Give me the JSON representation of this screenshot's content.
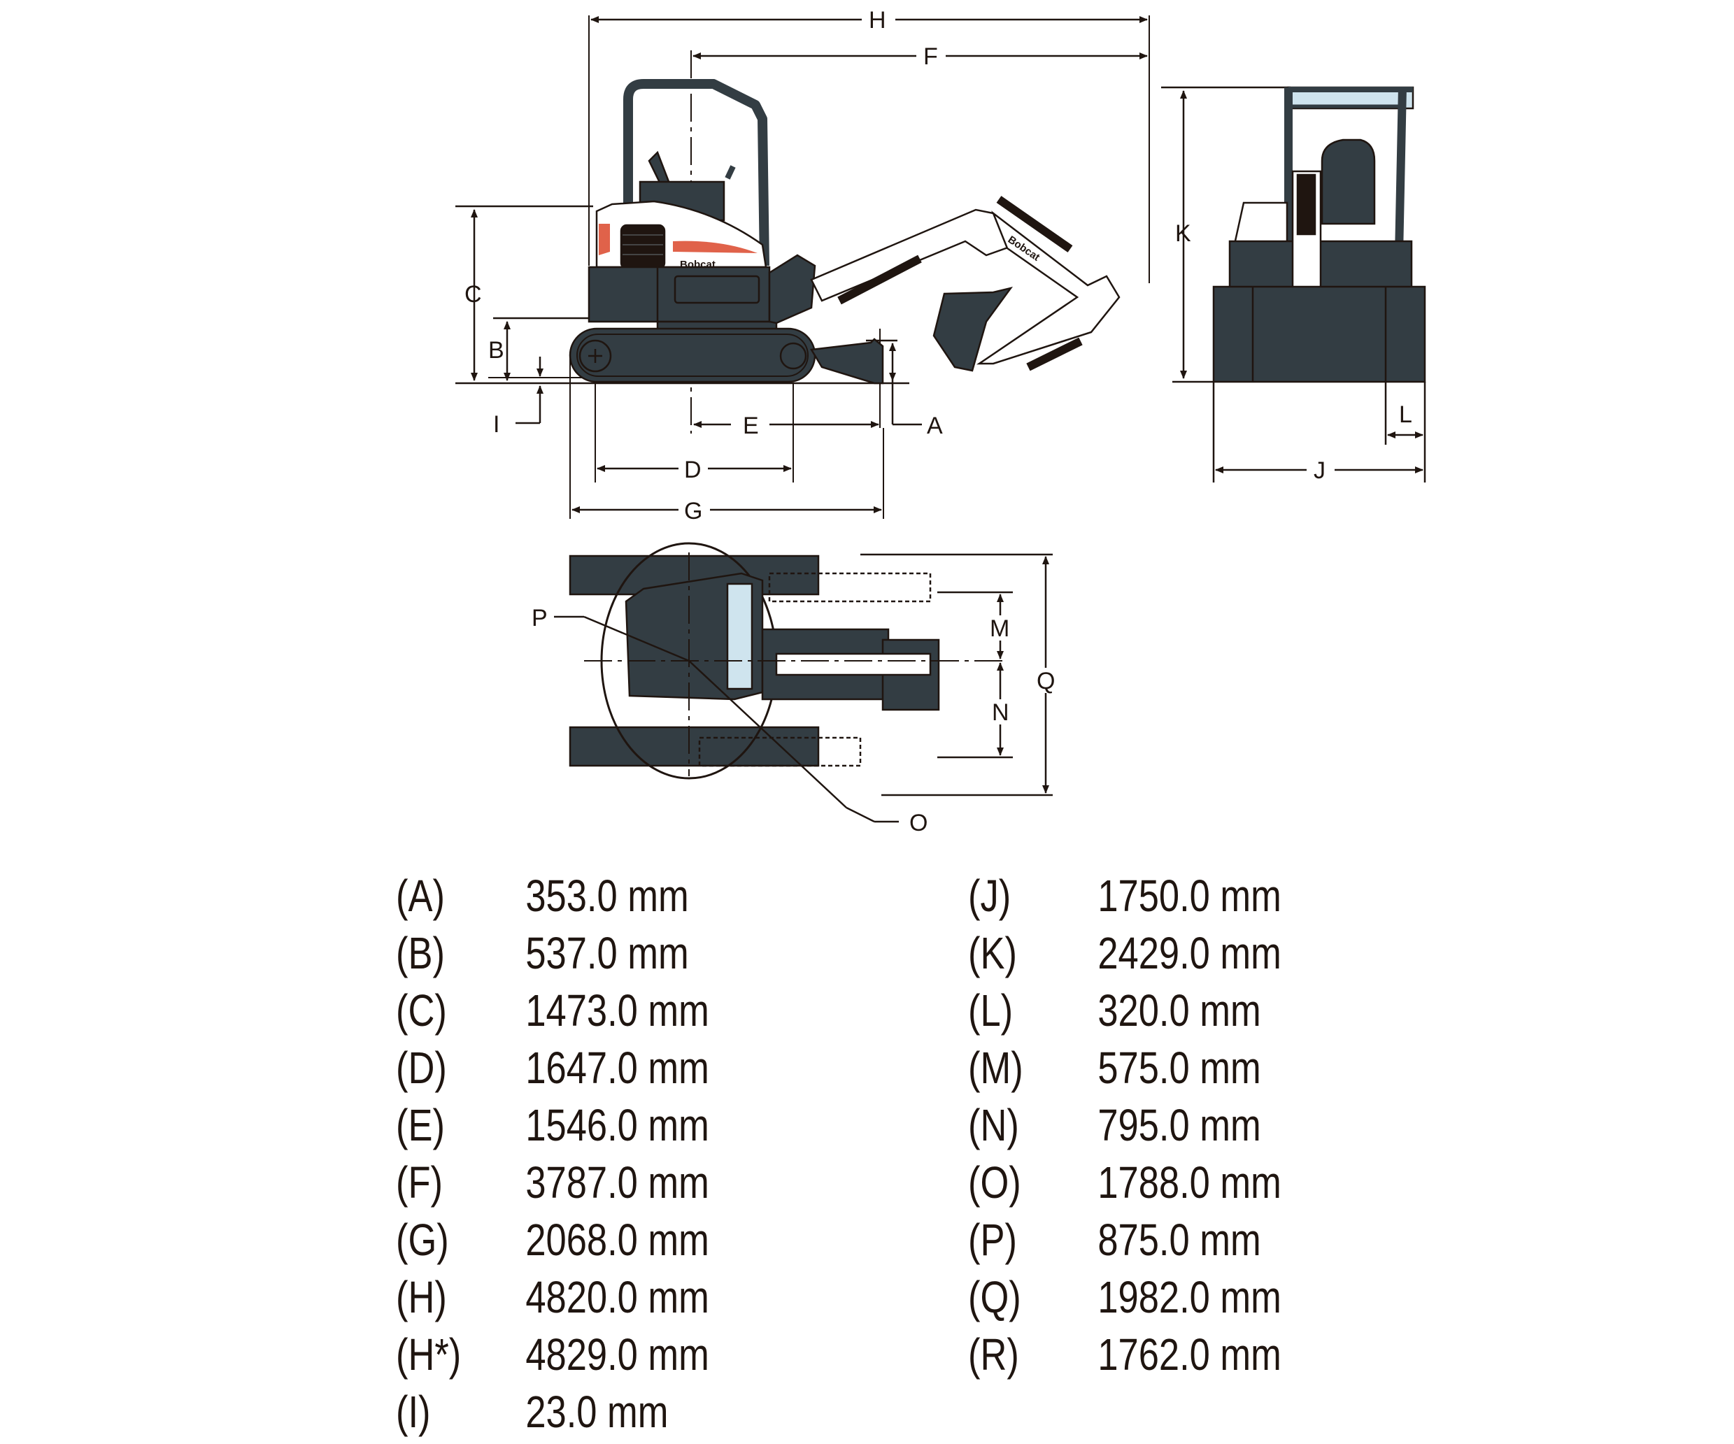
{
  "figure": {
    "brand": "Bobcat",
    "colors": {
      "body_dark": "#333d43",
      "accent": "#e0624a",
      "line": "#1f1510",
      "glass": "#cfe4ee"
    },
    "views": {
      "side": {
        "labels": {
          "H": "H",
          "F": "F",
          "C": "C",
          "B": "B",
          "I": "I",
          "A": "A",
          "E": "E",
          "D": "D",
          "G": "G"
        },
        "decal_text": "Bobcat",
        "arm_decal_text": "Bobcat"
      },
      "front": {
        "labels": {
          "K": "K",
          "L": "L",
          "J": "J"
        }
      },
      "top": {
        "labels": {
          "P": "P",
          "M": "M",
          "N": "N",
          "Q": "Q",
          "O": "O"
        }
      }
    }
  },
  "dimensions": {
    "left": [
      {
        "key": "(A)",
        "value": "353.0 mm"
      },
      {
        "key": "(B)",
        "value": "537.0 mm"
      },
      {
        "key": "(C)",
        "value": "1473.0 mm"
      },
      {
        "key": "(D)",
        "value": "1647.0 mm"
      },
      {
        "key": "(E)",
        "value": "1546.0 mm"
      },
      {
        "key": "(F)",
        "value": "3787.0 mm"
      },
      {
        "key": "(G)",
        "value": "2068.0 mm"
      },
      {
        "key": "(H)",
        "value": "4820.0 mm"
      },
      {
        "key": "(H*)",
        "value": "4829.0 mm"
      },
      {
        "key": "(I)",
        "value": "23.0 mm"
      }
    ],
    "right": [
      {
        "key": "(J)",
        "value": "1750.0 mm"
      },
      {
        "key": "(K)",
        "value": "2429.0 mm"
      },
      {
        "key": "(L)",
        "value": "320.0 mm"
      },
      {
        "key": "(M)",
        "value": "575.0 mm"
      },
      {
        "key": "(N)",
        "value": "795.0 mm"
      },
      {
        "key": "(O)",
        "value": "1788.0 mm"
      },
      {
        "key": "(P)",
        "value": "875.0 mm"
      },
      {
        "key": "(Q)",
        "value": "1982.0 mm"
      },
      {
        "key": "(R)",
        "value": "1762.0 mm"
      }
    ]
  }
}
